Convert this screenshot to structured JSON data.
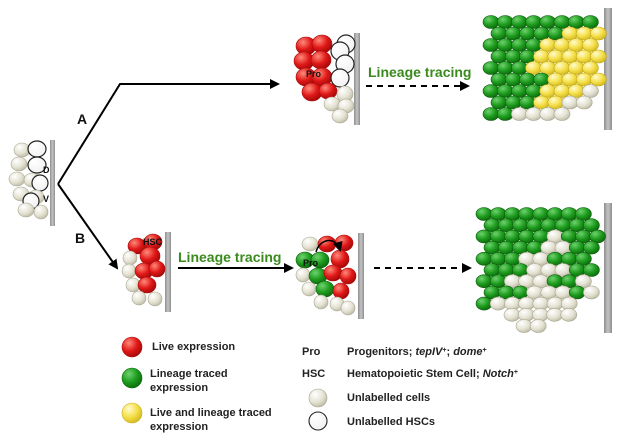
{
  "diagram": {
    "branch_a": "A",
    "branch_b": "B",
    "dorsal": "D",
    "ventral": "V",
    "pro_label_top": "Pro",
    "hsc_label": "HSC",
    "pro_label_bottom": "Pro",
    "lineage_tracing_top": "Lineage tracing",
    "lineage_tracing_bottom": "Lineage tracing"
  },
  "legend": {
    "live": "Live expression",
    "lineage_line1": "Lineage traced",
    "lineage_line2": "expression",
    "both_line1": "Live and lineage traced",
    "both_line2": "expression",
    "pro_abbr": "Pro",
    "pro_text": "Progenitors; ",
    "pro_gene1": "tepIV",
    "pro_sep": "; ",
    "pro_gene2": "dome",
    "hsc_abbr": "HSC",
    "hsc_text": "Hematopoietic Stem Cell; ",
    "hsc_gene": "Notch",
    "unlabelled_cells": "Unlabelled cells",
    "unlabelled_hscs": "Unlabelled HSCs"
  },
  "colors": {
    "red": "#e01818",
    "green": "#1e9c1e",
    "yellow": "#f5e04a",
    "beige": "#e4e2d2",
    "white": "#ffffff",
    "bar": "#a8a8a8",
    "tracing_text": "#3a8a1e"
  }
}
